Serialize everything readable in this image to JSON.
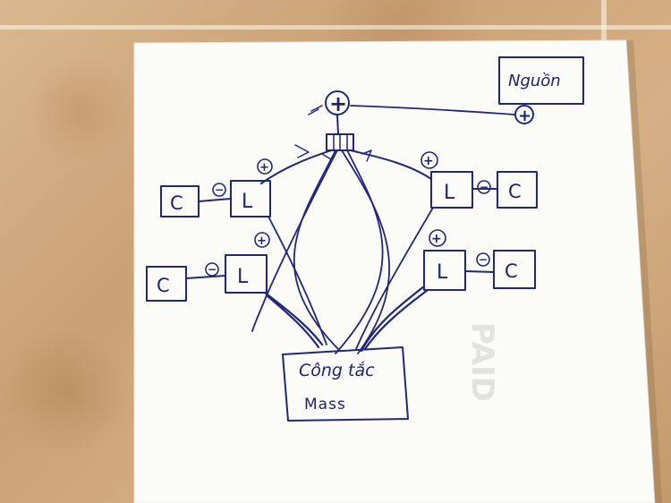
{
  "diagram": {
    "source_label": "Nguồn",
    "switch_label_line1": "Công tắc",
    "switch_label_line2": "Mass",
    "plus_sign": "+",
    "minus_sign": "−",
    "capacitor_label": "C",
    "coil_label": "L",
    "watermark": "PAID"
  },
  "colors": {
    "ink": "#23277a",
    "paper": "#fbfbf8"
  }
}
